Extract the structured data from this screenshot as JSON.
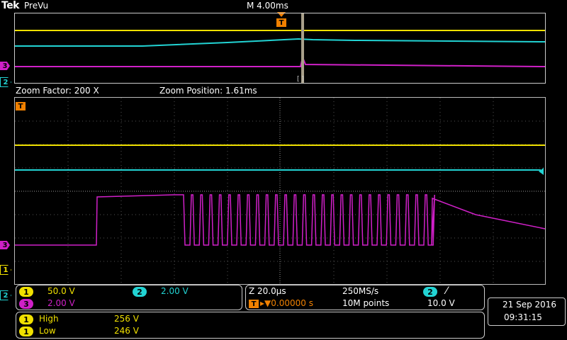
{
  "header": {
    "brand": "Tek",
    "mode": "PreVu",
    "timebase": "M 4.00ms"
  },
  "trigger_marker": "T",
  "overview_window_marker": "[ ]",
  "zoom": {
    "factor": "Zoom Factor: 200 X",
    "position": "Zoom Position: 1.61ms"
  },
  "channel_markers": {
    "ch1": "1",
    "ch2": "2",
    "ch3": "3"
  },
  "channel_settings": {
    "ch1": {
      "label": "1",
      "scale": "50.0 V"
    },
    "ch2": {
      "label": "2",
      "scale": "2.00 V"
    },
    "ch3": {
      "label": "3",
      "scale": "2.00 V"
    }
  },
  "acquisition": {
    "zoom_scale": "Z 20.0µs",
    "sample_rate": "250MS/s",
    "trigger_position": "▸▼0.00000 s",
    "record_length": "10M points",
    "trigger_source": "2",
    "trigger_slope": "⁄",
    "trigger_level": "10.0 V"
  },
  "measurements": [
    {
      "channel": "1",
      "name": "High",
      "value": "256 V"
    },
    {
      "channel": "1",
      "name": "Low",
      "value": "246 V"
    }
  ],
  "datetime": {
    "date": "21 Sep  2016",
    "time": "09:31:15"
  },
  "colors": {
    "ch1": "#f0e000",
    "ch2": "#22d3d3",
    "ch3": "#d020c8",
    "trigger": "#f08000",
    "grid": "#888888"
  }
}
